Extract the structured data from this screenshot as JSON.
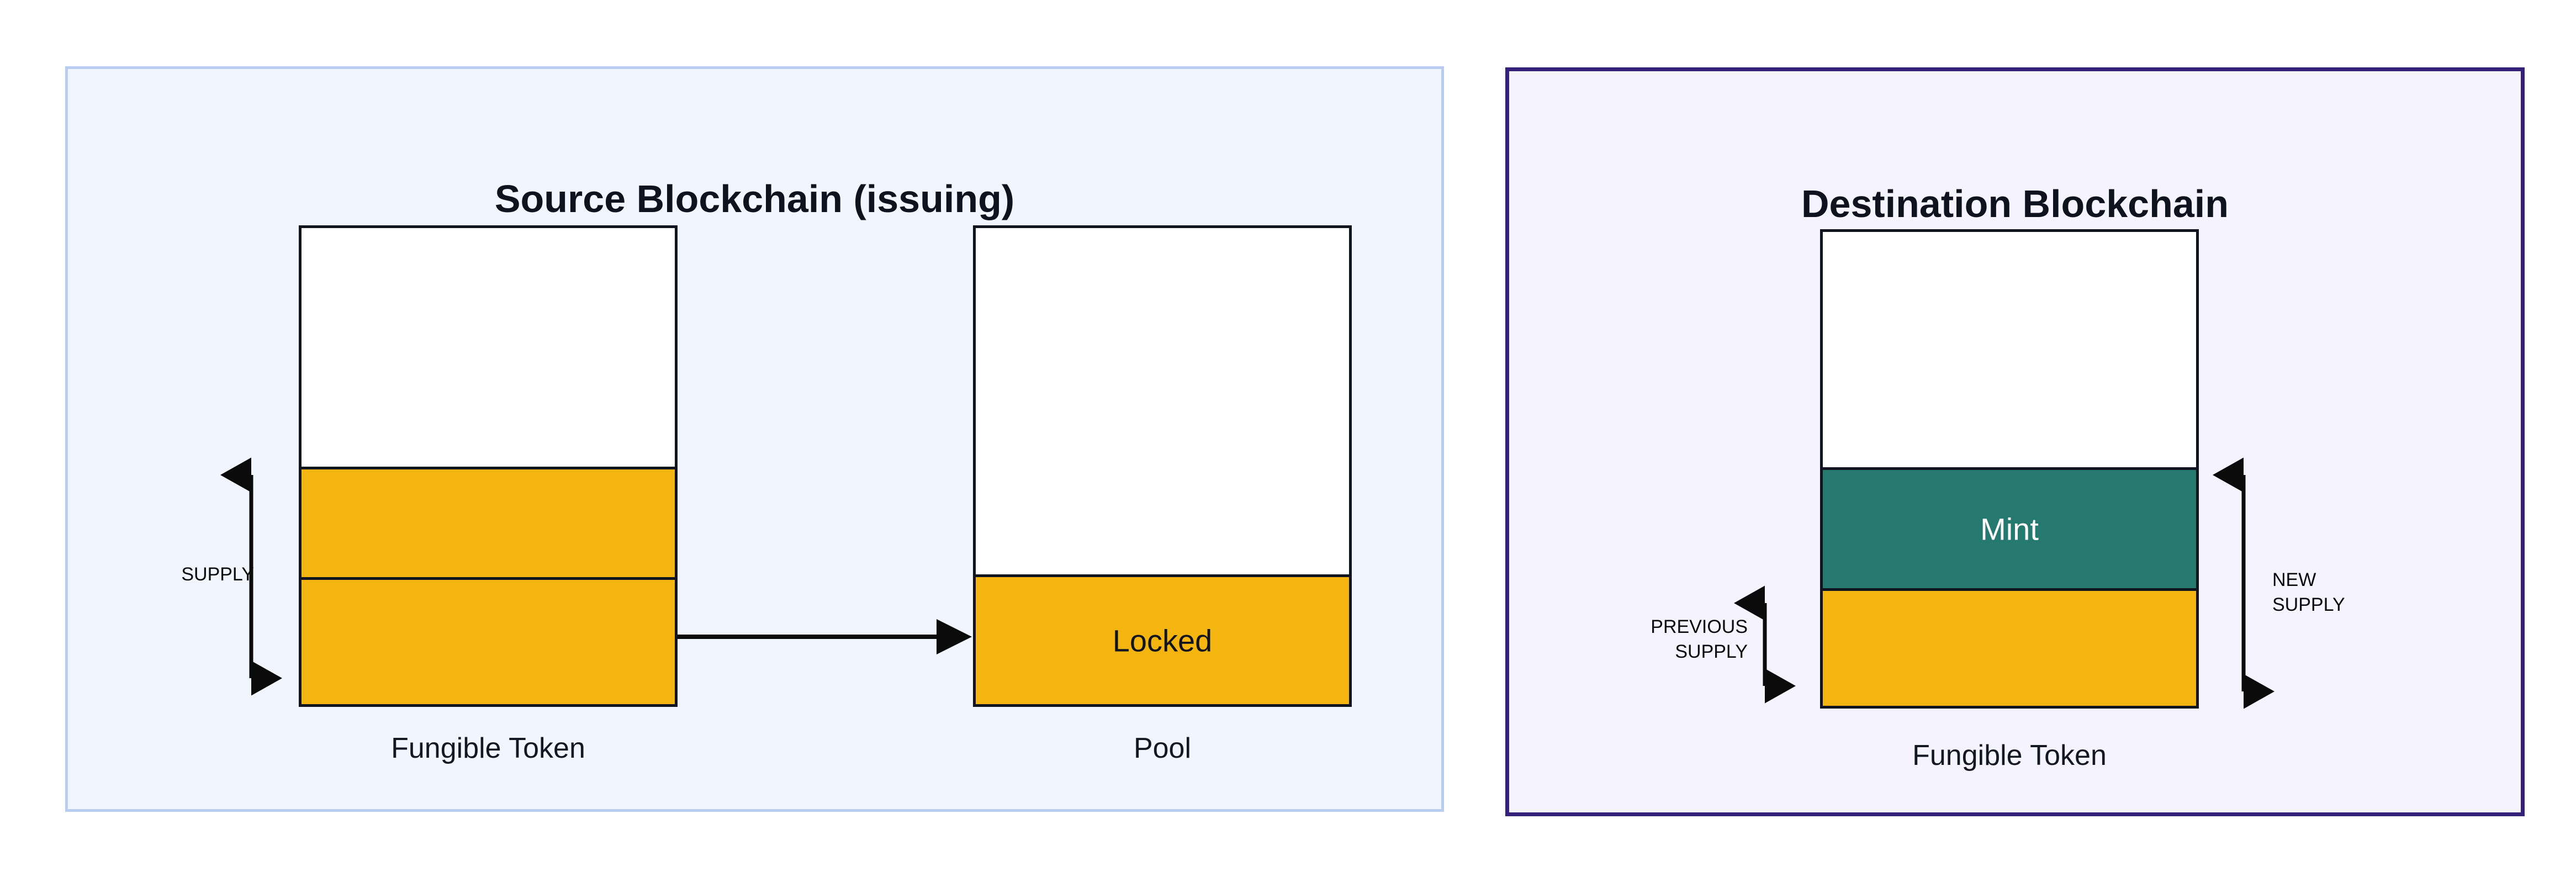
{
  "diagram": {
    "title_source": "Source Blockchain (issuing)",
    "title_destination": "Destination Blockchain",
    "colors": {
      "gold": "#f5b511",
      "teal": "#25796e",
      "source_border": "#b9cdf0",
      "source_fill": "#f1f5fd",
      "destination_border": "#35207a",
      "destination_fill": "#f5f3fe",
      "stroke": "#11151f",
      "caption_text": "#141824"
    }
  },
  "source": {
    "title": "Source Blockchain (issuing)",
    "token_bar": {
      "caption": "Fungible Token",
      "segments": [
        {
          "name": "empty-headroom",
          "label": "",
          "fill": "white"
        },
        {
          "name": "supply-upper",
          "label": "",
          "fill": "gold"
        },
        {
          "name": "supply-lower",
          "label": "",
          "fill": "gold"
        }
      ]
    },
    "supply_annotation": {
      "label": "SUPPLY",
      "arrow": "double-headed-vertical"
    },
    "transfer_arrow": {
      "name": "lock-transfer-arrow",
      "direction": "right"
    },
    "pool_bar": {
      "caption": "Pool",
      "segments": [
        {
          "name": "pool-headroom",
          "label": "",
          "fill": "white"
        },
        {
          "name": "pool-locked",
          "label": "Locked",
          "fill": "gold"
        }
      ]
    }
  },
  "destination": {
    "title": "Destination Blockchain",
    "token_bar": {
      "caption": "Fungible Token",
      "segments": [
        {
          "name": "dest-headroom",
          "label": "",
          "fill": "white"
        },
        {
          "name": "dest-mint",
          "label": "Mint",
          "fill": "teal"
        },
        {
          "name": "dest-previous-supply",
          "label": "",
          "fill": "gold"
        }
      ]
    },
    "previous_supply_annotation": {
      "label": "PREVIOUS\nSUPPLY",
      "arrow": "double-headed-vertical"
    },
    "new_supply_annotation": {
      "label": "NEW\nSUPPLY",
      "arrow": "double-headed-vertical"
    }
  }
}
